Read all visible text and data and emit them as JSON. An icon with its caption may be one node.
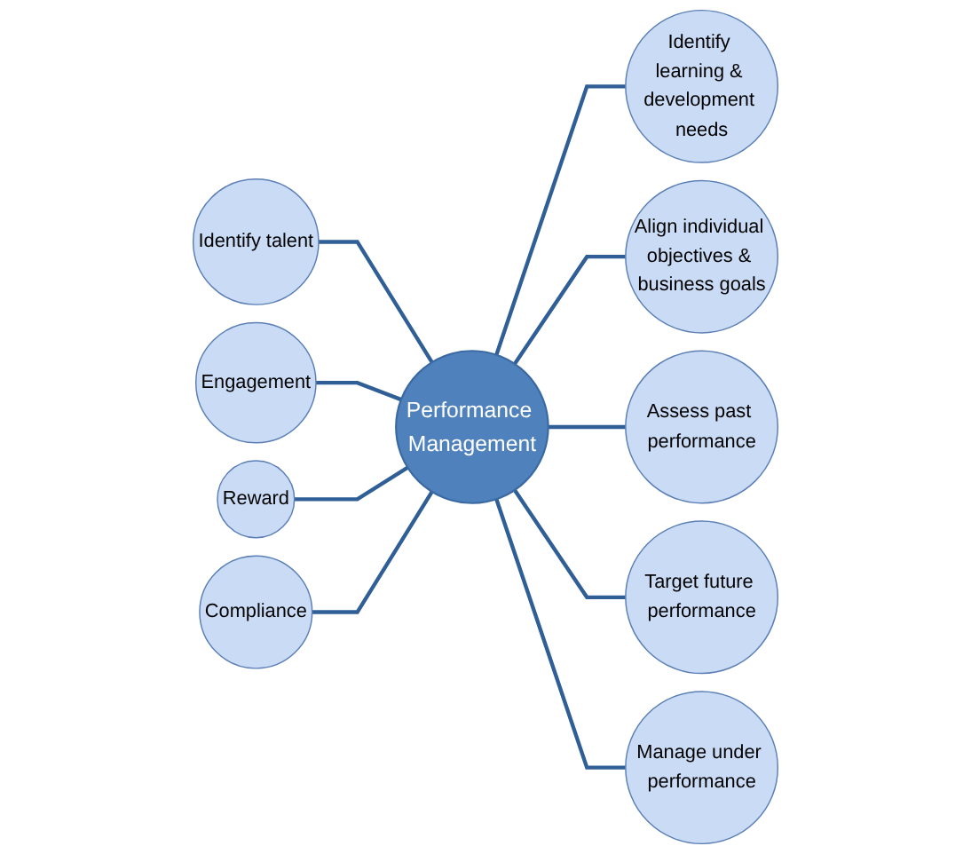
{
  "diagram": {
    "nodes": [
      {
        "text": [
          "Performance Management"
        ]
      },
      {
        "text": [
          "Identify learning & development needs"
        ]
      },
      {
        "text": [
          "Align individual objectives & business goals"
        ]
      },
      {
        "text": [
          "Assess past performance"
        ]
      },
      {
        "text": [
          "Target future performance"
        ]
      },
      {
        "text": [
          "Manage under performance"
        ]
      },
      {
        "text": [
          "Identify talent"
        ]
      },
      {
        "text": [
          "Engagement"
        ]
      },
      {
        "text": [
          "Reward"
        ]
      },
      {
        "text": [
          "Compliance"
        ]
      }
    ],
    "edges": [
      {
        "from": 0,
        "to": 1,
        "arrow": "none"
      },
      {
        "from": 0,
        "to": 2,
        "arrow": "none"
      },
      {
        "from": 0,
        "to": 3,
        "arrow": "none"
      },
      {
        "from": 0,
        "to": 4,
        "arrow": "none"
      },
      {
        "from": 0,
        "to": 5,
        "arrow": "none"
      },
      {
        "from": 6,
        "to": 0,
        "arrow": "none"
      },
      {
        "from": 7,
        "to": 0,
        "arrow": "none"
      },
      {
        "from": 8,
        "to": 0,
        "arrow": "none"
      },
      {
        "from": 9,
        "to": 0,
        "arrow": "none"
      }
    ]
  }
}
